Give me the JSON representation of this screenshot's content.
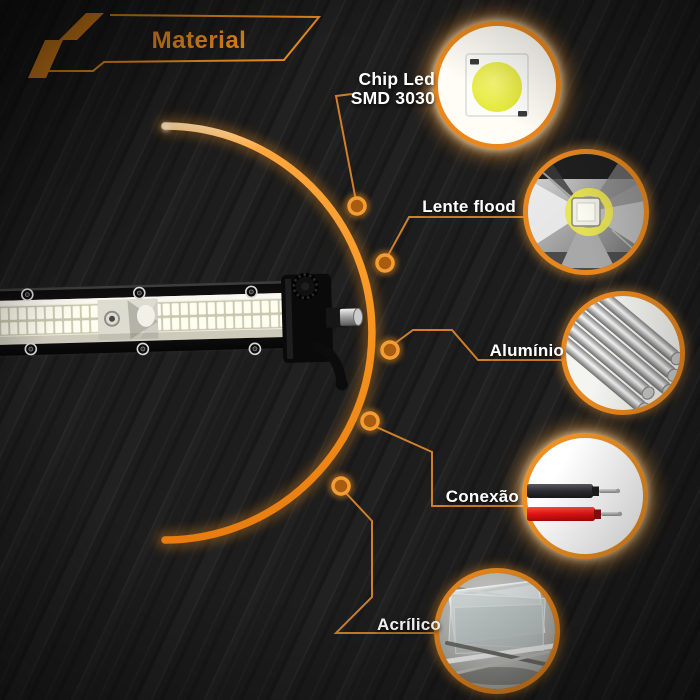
{
  "header": {
    "title": "Material",
    "logo_icon": "lightning-bolt-icon"
  },
  "product": {
    "icon": "led-light-bar-photo"
  },
  "callouts": [
    {
      "id": "chip-led",
      "label_line1": "Chip Led",
      "label_line2": "SMD 3030",
      "icon": "led-chip-photo"
    },
    {
      "id": "lente-flood",
      "label": "Lente flood",
      "icon": "flood-lens-photo"
    },
    {
      "id": "aluminio",
      "label": "Alumínio",
      "icon": "aluminum-rods-photo"
    },
    {
      "id": "conexao",
      "label": "Conexão",
      "icon": "wires-connection-photo"
    },
    {
      "id": "acrilico",
      "label": "Acrílico",
      "icon": "acrylic-sheets-photo"
    }
  ],
  "colors": {
    "accent_orange": "#f7941e",
    "ring_orange": "#e8871e",
    "connector_line": "#cf7f2a",
    "background": "#1d1d1d",
    "label_text": "#ffffff",
    "wire_red": "#e41313",
    "wire_black": "#33333a",
    "chip_yellow": "#e9e73c"
  }
}
